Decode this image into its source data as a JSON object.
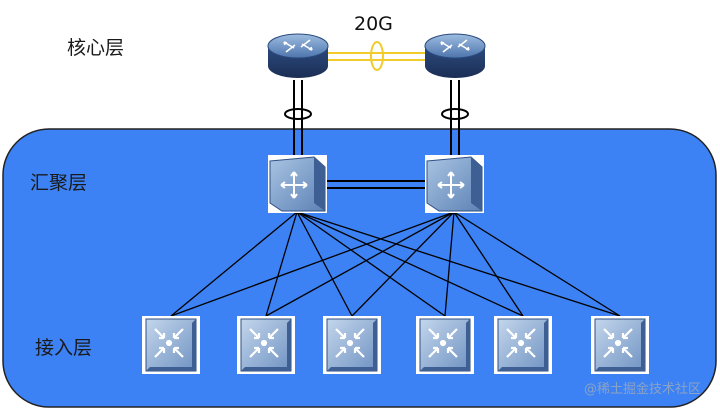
{
  "layers": {
    "core": "核心层",
    "aggregation": "汇聚层",
    "access": "接入层"
  },
  "core_link_label": "20G",
  "watermark": "@稀土掘金技术社区",
  "colors": {
    "domain_fill": "#3d82f4",
    "domain_stroke": "#222222",
    "core_link": "#f2cc2a",
    "device_blue": "#2e4f86",
    "device_light": "#8fb3d9"
  },
  "icons": {
    "core": "router-icon",
    "aggregation": "aggregation-switch-icon",
    "access": "access-switch-icon"
  },
  "counts": {
    "core": 2,
    "aggregation": 2,
    "access": 6
  }
}
